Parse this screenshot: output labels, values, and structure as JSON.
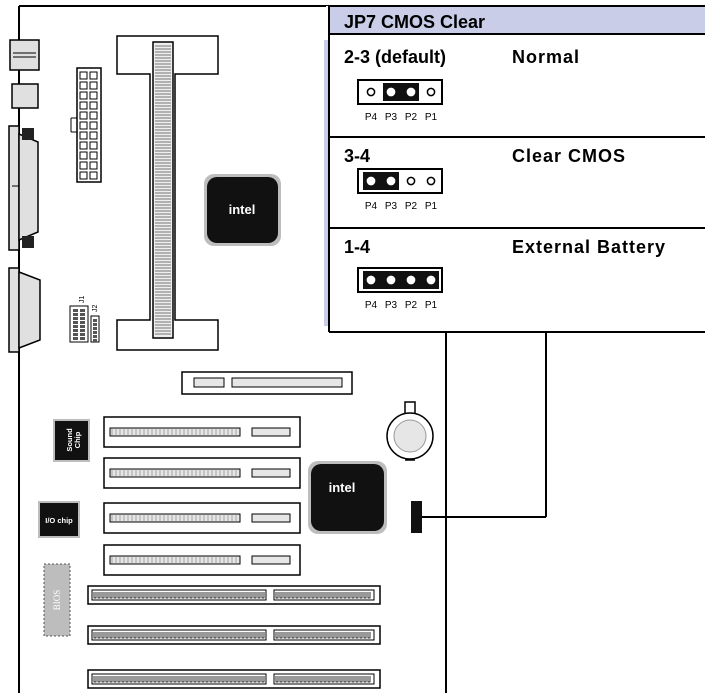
{
  "jumper_panel": {
    "title": "JP7 CMOS Clear",
    "settings": [
      {
        "setting": "2-3 (default)",
        "function": "Normal",
        "pins": [
          "P4",
          "P3",
          "P2",
          "P1"
        ],
        "shorted": [
          2,
          3
        ]
      },
      {
        "setting": "3-4",
        "function": "Clear CMOS",
        "pins": [
          "P4",
          "P3",
          "P2",
          "P1"
        ],
        "shorted": [
          3,
          4
        ]
      },
      {
        "setting": "1-4",
        "function": "External Battery",
        "pins": [
          "P4",
          "P3",
          "P2",
          "P1"
        ],
        "shorted": [
          1,
          2,
          3,
          4
        ]
      }
    ]
  },
  "board_labels": {
    "cpu_logo": "intel",
    "chipset_logo": "intel",
    "sound_chip": "Sound Chip",
    "sound_chip_line1": "Sound",
    "sound_chip_line2": "Chip",
    "io_chip": "I/O chip",
    "bios": "BIOS",
    "j1": "J1",
    "j2": "J2"
  },
  "colors": {
    "title_bar": "#c9cde8",
    "chip_fill": "#111111",
    "chip_shadow": "#bdbdbd",
    "slot_fill": "#e6e6e6",
    "line": "#000000"
  }
}
